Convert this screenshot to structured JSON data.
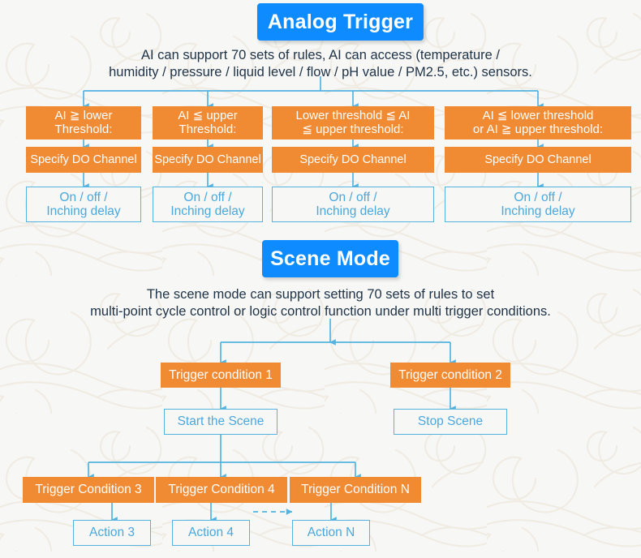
{
  "colors": {
    "background": "#f7f7f5",
    "accent_blue": "#0e8bfe",
    "line_blue": "#54b3e0",
    "outline_text_blue": "#4aa8dd",
    "orange": "#f08a33",
    "paragraph_text": "#1f3347"
  },
  "analog_trigger": {
    "title": "Analog Trigger",
    "description_line1": "AI can support 70 sets of rules, AI can access (temperature /",
    "description_line2": "humidity / pressure / liquid level / flow / pH value / PM2.5, etc.) sensors.",
    "columns": [
      {
        "condition_line1": "AI ≧ lower",
        "condition_line2": "Threshold:",
        "do_channel": "Specify DO Channel",
        "action_line1": "On / off /",
        "action_line2": "Inching delay"
      },
      {
        "condition_line1": "AI ≦ upper",
        "condition_line2": "Threshold:",
        "do_channel": "Specify DO Channel",
        "action_line1": "On / off /",
        "action_line2": "Inching delay"
      },
      {
        "condition_line1": "Lower threshold ≦ AI",
        "condition_line2": "≦ upper threshold:",
        "do_channel": "Specify DO Channel",
        "action_line1": "On / off /",
        "action_line2": "Inching delay"
      },
      {
        "condition_line1": "AI ≦ lower threshold",
        "condition_line2": "or AI ≧ upper threshold:",
        "do_channel": "Specify DO Channel",
        "action_line1": "On / off /",
        "action_line2": "Inching delay"
      }
    ]
  },
  "scene_mode": {
    "title": "Scene Mode",
    "description_line1": "The scene mode can support setting 70 sets of rules to set",
    "description_line2": "multi-point cycle control or logic control function under multi trigger conditions.",
    "trigger_condition_1": "Trigger condition 1",
    "trigger_condition_2": "Trigger condition 2",
    "start_scene": "Start the Scene",
    "stop_scene": "Stop Scene",
    "trigger_condition_3": "Trigger Condition 3",
    "trigger_condition_4": "Trigger Condition 4",
    "trigger_condition_n": "Trigger Condition N",
    "action_3": "Action 3",
    "action_4": "Action 4",
    "action_n": "Action N"
  }
}
